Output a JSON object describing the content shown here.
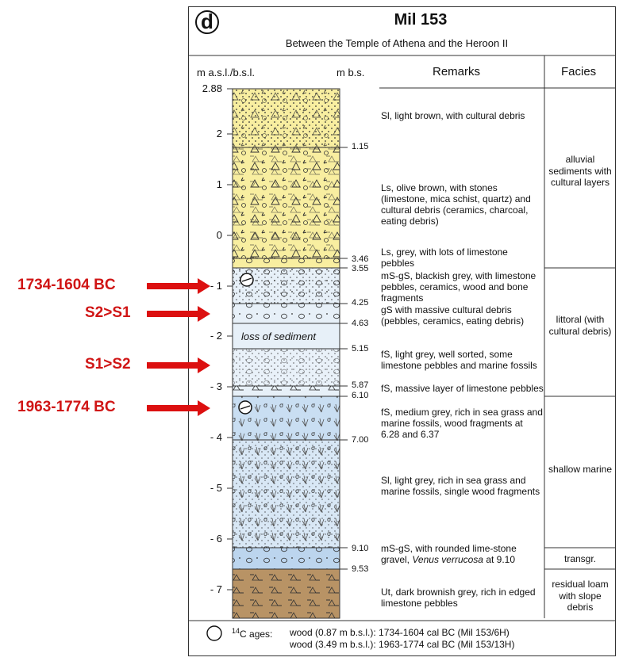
{
  "panel_letter": "d",
  "title": "Mil 153",
  "subtitle": "Between the Temple of Athena and the Heroon II",
  "headers": {
    "masl": "m a.s.l./b.s.l.",
    "mbs": "m b.s.",
    "remarks": "Remarks",
    "facies": "Facies"
  },
  "y_ticks": [
    "2.88",
    "2",
    "1",
    "0",
    "- 1",
    "- 2",
    "- 3",
    "- 4",
    "- 5",
    "- 6",
    "- 7"
  ],
  "depth_marks": [
    "1.15",
    "3.46",
    "3.55",
    "4.25",
    "4.63",
    "5.15",
    "5.87",
    "6.10",
    "7.00",
    "9.10",
    "9.53"
  ],
  "gap_label": "loss of sediment",
  "remarks": {
    "r1": "Sl, light brown, with cultural debris",
    "r2": "Ls, olive brown, with stones (limestone, mica schist, quartz) and cultural debris (ceramics, charcoal, eating debris)",
    "r3": "Ls, grey, with lots of limestone pebbles",
    "r4": "mS-gS, blackish grey, with limestone pebbles, ceramics, wood and bone fragments",
    "r5": "gS with massive cultural debris (pebbles, ceramics, eating debris)",
    "r6": "fS, light grey, well sorted, some limestone pebbles and marine fossils",
    "r7": "fS, massive layer of limestone pebbles",
    "r8": "fS, medium grey, rich in sea grass and marine fossils, wood fragments at 6.28 and 6.37",
    "r9": "Sl, light grey, rich in sea grass and marine fossils, single wood fragments",
    "r10a": "mS-gS, with rounded lime-stone gravel,",
    "r10b": "Venus verrucosa",
    "r10c": "at 9.10",
    "r11": "Ut, dark brownish grey, rich in edged limestone pebbles"
  },
  "facies": {
    "f1": "alluvial sediments with cultural layers",
    "f2": "littoral (with cultural debris)",
    "f3": "shallow marine",
    "f4": "transgr.",
    "f5": "residual loam with slope debris"
  },
  "annotations": [
    "1734-1604 BC",
    "S2>S1",
    "S1>S2",
    "1963-1774 BC"
  ],
  "footer": {
    "c14_sup": "14",
    "c14_label": "C ages:",
    "line1": "wood (0.87 m b.s.l.): 1734-1604 cal BC (Mil 153/6H)",
    "line2": "wood (3.49 m b.s.l.): 1963-1774 cal BC (Mil 153/13H)"
  },
  "colors": {
    "alluvial": "#f8eea0",
    "littoral": "#e7f0f8",
    "marine_light": "#dce9f6",
    "marine_mid": "#bcd5ee",
    "loam": "#b89365",
    "arrow": "#dc1010"
  }
}
